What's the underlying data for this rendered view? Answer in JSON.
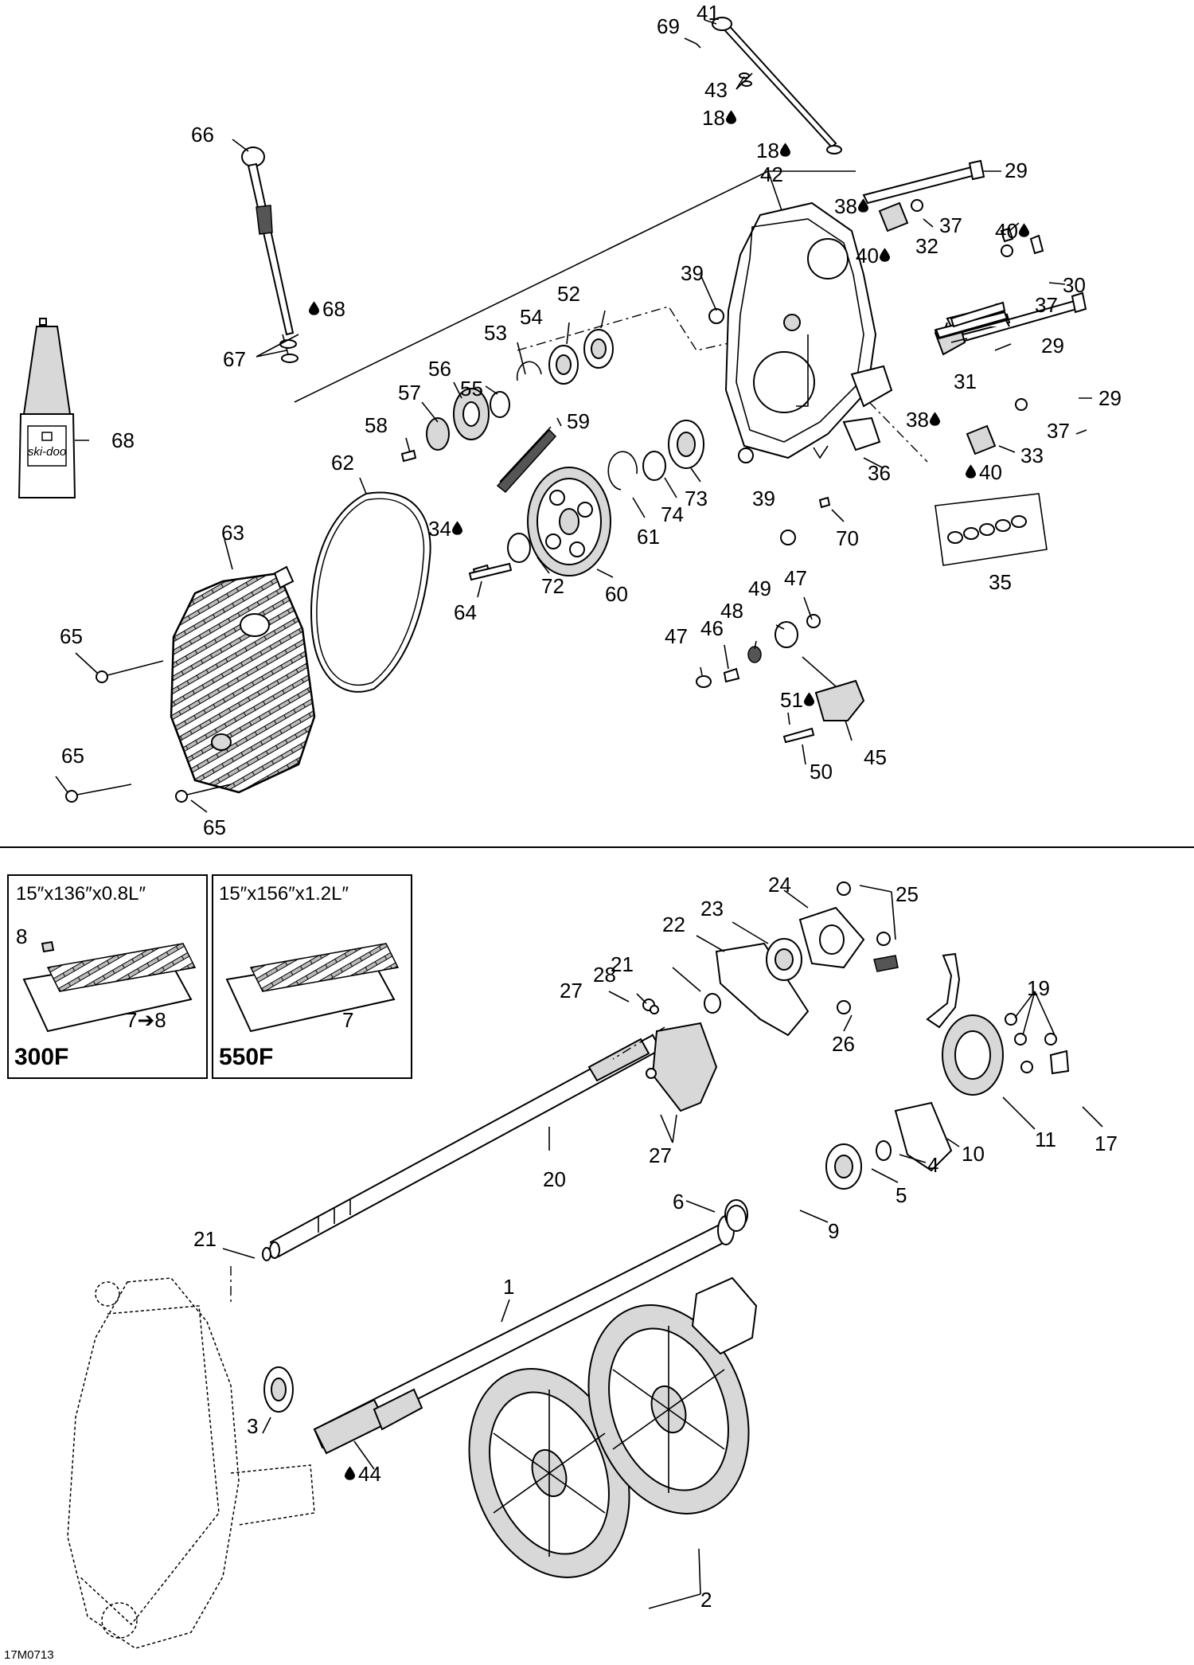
{
  "diagram_code": "17M0713",
  "callouts": [
    {
      "label": "41"
    },
    {
      "label": "69"
    },
    {
      "label": "43"
    },
    {
      "label": "18"
    },
    {
      "label": "18"
    },
    {
      "label": "42"
    },
    {
      "label": "66"
    },
    {
      "label": "29"
    },
    {
      "label": "38"
    },
    {
      "label": "37"
    },
    {
      "label": "40"
    },
    {
      "label": "32"
    },
    {
      "label": "40"
    },
    {
      "label": "30"
    },
    {
      "label": "39"
    },
    {
      "label": "52"
    },
    {
      "label": "54"
    },
    {
      "label": "53"
    },
    {
      "label": "68"
    },
    {
      "label": "37"
    },
    {
      "label": "67"
    },
    {
      "label": "29"
    },
    {
      "label": "55"
    },
    {
      "label": "56"
    },
    {
      "label": "31"
    },
    {
      "label": "57"
    },
    {
      "label": "29"
    },
    {
      "label": "68"
    },
    {
      "label": "38"
    },
    {
      "label": "58"
    },
    {
      "label": "59"
    },
    {
      "label": "37"
    },
    {
      "label": "33"
    },
    {
      "label": "62"
    },
    {
      "label": "36"
    },
    {
      "label": "73"
    },
    {
      "label": "39"
    },
    {
      "label": "40"
    },
    {
      "label": "74"
    },
    {
      "label": "61"
    },
    {
      "label": "63"
    },
    {
      "label": "34"
    },
    {
      "label": "70"
    },
    {
      "label": "72"
    },
    {
      "label": "60"
    },
    {
      "label": "35"
    },
    {
      "label": "64"
    },
    {
      "label": "47"
    },
    {
      "label": "49"
    },
    {
      "label": "48"
    },
    {
      "label": "46"
    },
    {
      "label": "65"
    },
    {
      "label": "47"
    },
    {
      "label": "51"
    },
    {
      "label": "65"
    },
    {
      "label": "45"
    },
    {
      "label": "50"
    },
    {
      "label": "65"
    },
    {
      "label": "24"
    },
    {
      "label": "25"
    },
    {
      "label": "23"
    },
    {
      "label": "22"
    },
    {
      "label": "21"
    },
    {
      "label": "28"
    },
    {
      "label": "27"
    },
    {
      "label": "19"
    },
    {
      "label": "26"
    },
    {
      "label": "27"
    },
    {
      "label": "11"
    },
    {
      "label": "17"
    },
    {
      "label": "10"
    },
    {
      "label": "4"
    },
    {
      "label": "20"
    },
    {
      "label": "5"
    },
    {
      "label": "6"
    },
    {
      "label": "9"
    },
    {
      "label": "21"
    },
    {
      "label": "1"
    },
    {
      "label": "3"
    },
    {
      "label": "44"
    },
    {
      "label": "2"
    }
  ],
  "variant_boxes": [
    {
      "title": "15″x136″x0.8L″",
      "model": "300F",
      "label_a": "8",
      "label_b": "7➔8"
    },
    {
      "title": "15″x156″x1.2L″",
      "model": "550F",
      "label_b": "7"
    }
  ],
  "icons": {
    "lubricant": "oil-drop-icon",
    "bottle": "lubricant-bottle-icon"
  }
}
